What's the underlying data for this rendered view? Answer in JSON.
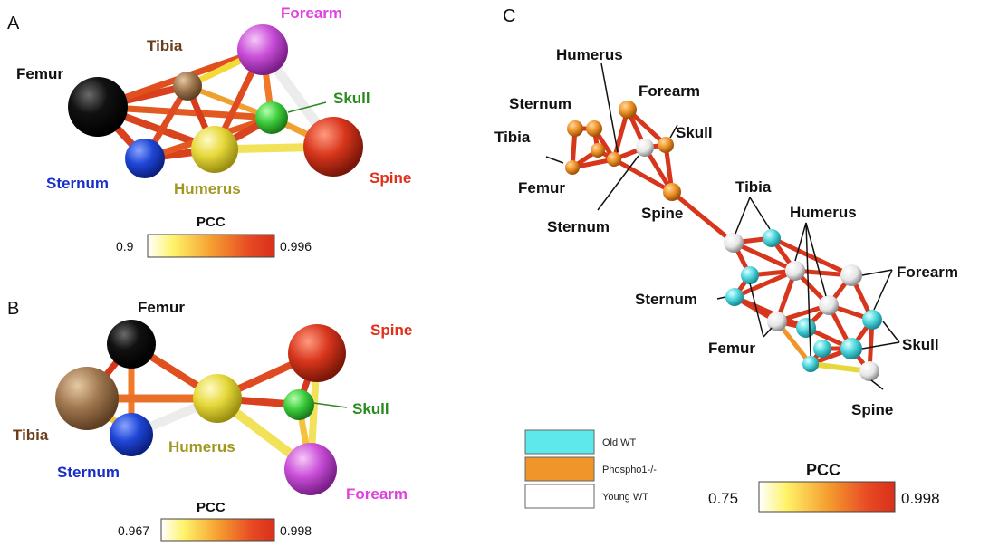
{
  "panels": {
    "A": {
      "letter": "A",
      "labels": {
        "femur": "Femur",
        "tibia": "Tibia",
        "forearm": "Forearm",
        "skull": "Skull",
        "sternum": "Sternum",
        "humerus": "Humerus",
        "spine": "Spine"
      },
      "colorbar": {
        "title": "PCC",
        "min": "0.9",
        "max": "0.996"
      }
    },
    "B": {
      "letter": "B",
      "labels": {
        "femur": "Femur",
        "tibia": "Tibia",
        "spine": "Spine",
        "skull": "Skull",
        "sternum": "Sternum",
        "humerus": "Humerus",
        "forearm": "Forearm"
      },
      "colorbar": {
        "title": "PCC",
        "min": "0.967",
        "max": "0.998"
      }
    },
    "C": {
      "letter": "C",
      "labels": {
        "humerus_top": "Humerus",
        "sternum_top": "Sternum",
        "forearm_top": "Forearm",
        "tibia_top": "Tibia",
        "skull_top": "Skull",
        "femur_top": "Femur",
        "sternum_mid": "Sternum",
        "spine_mid": "Spine",
        "tibia_r": "Tibia",
        "humerus_r": "Humerus",
        "forearm_r": "Forearm",
        "sternum_r": "Sternum",
        "femur_r": "Femur",
        "skull_r": "Skull",
        "spine_r": "Spine"
      },
      "legend": [
        {
          "label": "Old WT",
          "color": "#5ee8ec"
        },
        {
          "label": "Phospho1-/-",
          "color": "#f0952a"
        },
        {
          "label": "Young WT",
          "color": "#ffffff"
        }
      ],
      "colorbar": {
        "title": "PCC",
        "min": "0.75",
        "max": "0.998"
      }
    }
  },
  "colors": {
    "femur": "#111111",
    "tibia": "#8b6a44",
    "forearm": "#c94fd8",
    "skull": "#3ecf3e",
    "sternum": "#1f47d6",
    "humerus": "#e6d83a",
    "spine": "#d8361c",
    "label_femur": "#111111",
    "label_tibia": "#6b3e1e",
    "label_forearm": "#e040e0",
    "label_skull": "#2a8a1e",
    "label_sternum": "#1a2fc8",
    "label_humerus": "#a09820",
    "label_spine": "#e0301a"
  }
}
